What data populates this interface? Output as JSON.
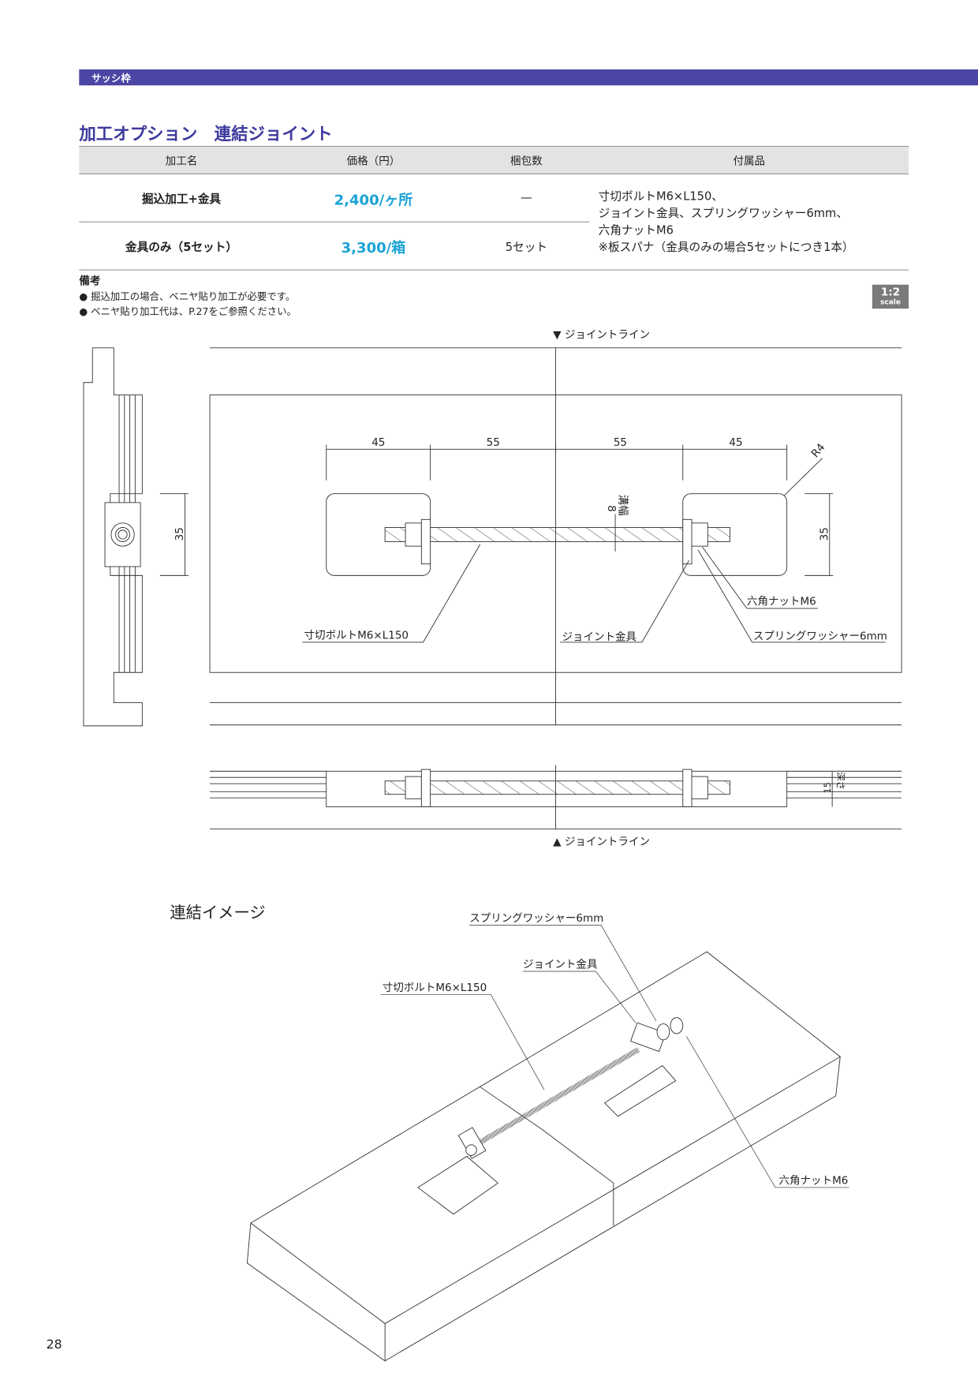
{
  "header": {
    "section": "サッシ枠"
  },
  "title": "加工オプション　連結ジョイント",
  "table": {
    "headers": [
      "加工名",
      "価格（円）",
      "梱包数",
      "付属品"
    ],
    "rows": [
      {
        "name": "掘込加工+金具",
        "price": "2,400/ヶ所",
        "qty": "—"
      },
      {
        "name": "金具のみ（5セット）",
        "price": "3,300/箱",
        "qty": "5セット"
      }
    ],
    "accessories": [
      "寸切ボルトM6×L150、",
      "ジョイント金具、スプリングワッシャー6mm、",
      "六角ナットM6",
      "※板スパナ（金具のみの場合5セットにつき1本）"
    ]
  },
  "notes": {
    "heading": "備考",
    "items": [
      "● 掘込加工の場合、ベニヤ貼り加工が必要です。",
      "● ベニヤ貼り加工代は、P.27をご参照ください。"
    ]
  },
  "scale": {
    "ratio": "1:2",
    "label": "scale"
  },
  "diagram": {
    "joint_line_top": "▼ ジョイントライン",
    "joint_line_bottom": "▲ ジョイントライン",
    "dims": [
      "45",
      "55",
      "55",
      "45"
    ],
    "radius": "R4",
    "groove_width": "8",
    "groove_width_label": "溝幅",
    "height_left": "35",
    "height_right": "35",
    "depth": "15",
    "depth_label": "深さ",
    "labels": {
      "bolt": "寸切ボルトM6×L150",
      "bracket": "ジョイント金具",
      "nut": "六角ナットM6",
      "washer": "スプリングワッシャー6mm"
    }
  },
  "image": {
    "title": "連結イメージ",
    "labels": {
      "washer": "スプリングワッシャー6mm",
      "bracket": "ジョイント金具",
      "bolt": "寸切ボルトM6×L150",
      "nut": "六角ナットM6"
    }
  },
  "page_number": "28"
}
